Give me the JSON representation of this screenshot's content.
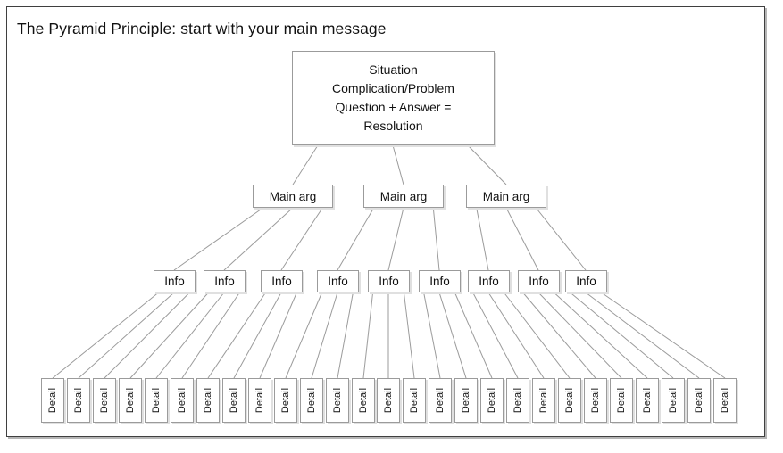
{
  "title": "The Pyramid Principle: start with your main message",
  "colors": {
    "background": "#ffffff",
    "frame_border": "#3f3f3f",
    "box_border": "#9b9b9b",
    "connector_line": "#9b9b9b",
    "text": "#111111"
  },
  "tree": {
    "root": {
      "lines": [
        "Situation",
        "Complication/Problem",
        "Question + Answer =",
        "Resolution"
      ]
    },
    "main_args": [
      "Main arg",
      "Main arg",
      "Main arg"
    ],
    "info_boxes": [
      "Info",
      "Info",
      "Info",
      "Info",
      "Info",
      "Info",
      "Info",
      "Info",
      "Info"
    ],
    "detail_boxes": [
      "Detail",
      "Detail",
      "Detail",
      "Detail",
      "Detail",
      "Detail",
      "Detail",
      "Detail",
      "Detail",
      "Detail",
      "Detail",
      "Detail",
      "Detail",
      "Detail",
      "Detail",
      "Detail",
      "Detail",
      "Detail",
      "Detail",
      "Detail",
      "Detail",
      "Detail",
      "Detail",
      "Detail",
      "Detail",
      "Detail",
      "Detail"
    ]
  }
}
